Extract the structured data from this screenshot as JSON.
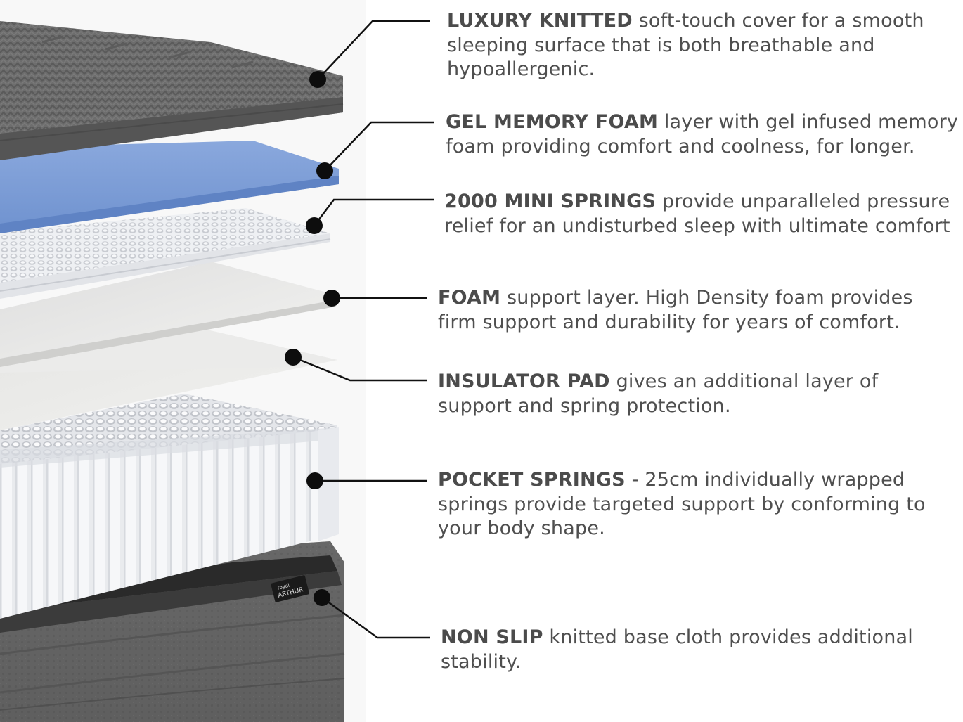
{
  "layers": [
    {
      "id": "luxury-knitted",
      "title": "LUXURY KNITTED",
      "text": " soft-touch cover for a smooth sleeping surface that is both breathable and hypoallergenic."
    },
    {
      "id": "gel-memory-foam",
      "title": "GEL MEMORY FOAM",
      "text": " layer with gel infused memory foam providing comfort and coolness, for longer."
    },
    {
      "id": "mini-springs",
      "title": "2000 MINI SPRINGS",
      "text": " provide unparalleled pressure relief for an undisturbed sleep with ultimate comfort"
    },
    {
      "id": "foam",
      "title": "FOAM",
      "text": " support layer. High Density foam provides firm support and durability for years of comfort."
    },
    {
      "id": "insulator-pad",
      "title": "INSULATOR PAD",
      "text": " gives an additional layer of support and spring protection."
    },
    {
      "id": "pocket-springs",
      "title": "POCKET SPRINGS",
      "text": " - 25cm individually wrapped springs provide targeted support by conforming to your body shape."
    },
    {
      "id": "non-slip",
      "title": "NON SLIP",
      "text": " knitted base cloth provides additional stability."
    }
  ],
  "brand_label": {
    "line1": "royal",
    "line2": "ARTHUR"
  },
  "colors": {
    "text": "#4f4f4f",
    "knit_grey": "#6b6b6b",
    "gel_blue": "#7e9fd6",
    "spring_white": "#f4f5f7",
    "foam_grey": "#e9e9e7",
    "leader_line": "#111111"
  }
}
